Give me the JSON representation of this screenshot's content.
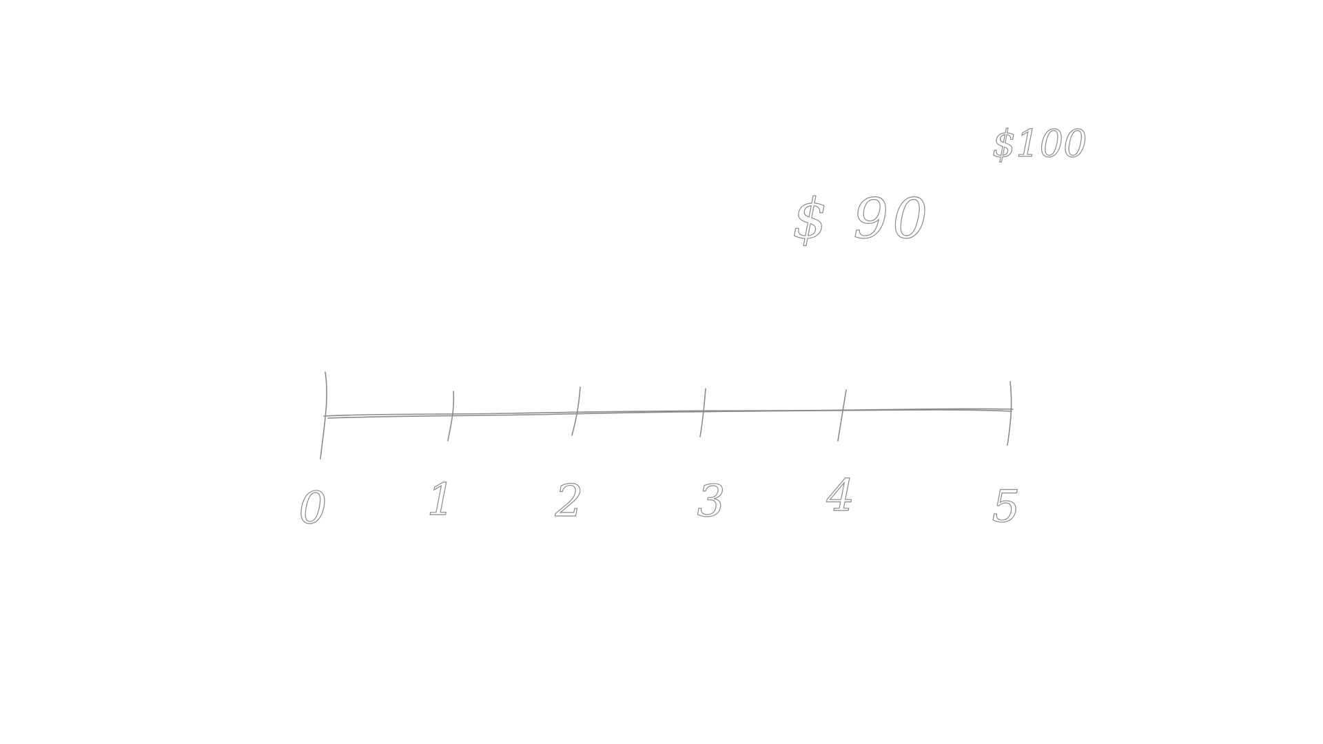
{
  "number_line": {
    "ticks": [
      {
        "label": "0"
      },
      {
        "label": "1"
      },
      {
        "label": "2"
      },
      {
        "label": "3"
      },
      {
        "label": "4"
      },
      {
        "label": "5"
      }
    ]
  },
  "annotations": {
    "price_low": "$ 90",
    "price_high": "$100"
  }
}
